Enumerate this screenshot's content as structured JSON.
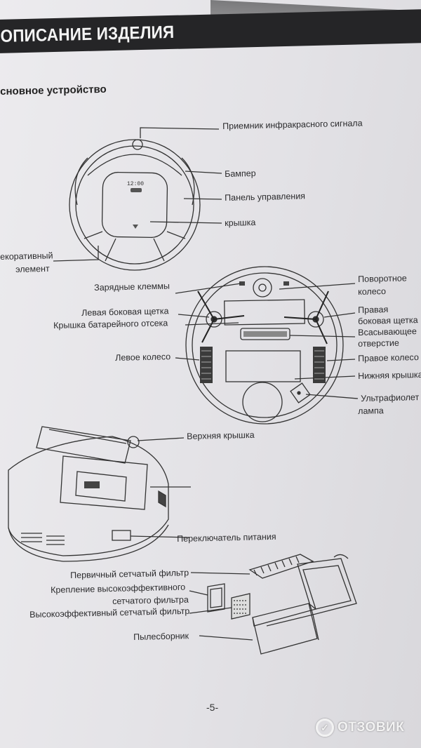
{
  "header": {
    "title": "ОПИСАНИЕ ИЗДЕЛИЯ"
  },
  "section": {
    "title": "сновное устройство"
  },
  "top_labels": {
    "ir_receiver": "Приемник инфракрасного сигнала",
    "bumper": "Бампер",
    "control_panel": "Панель управления",
    "cover": "крышка",
    "decorative_1": "екоративный",
    "decorative_2": "элемент",
    "display": "12:00"
  },
  "bottom_view_labels": {
    "charging_contacts": "Зарядные клеммы",
    "left_side_brush": "Левая боковая щетка",
    "battery_cover": "Крышка батарейного отсека",
    "left_wheel": "Левое колесо",
    "swivel_wheel_1": "Поворотное",
    "swivel_wheel_2": "колесо",
    "right_side_brush_1": "Правая",
    "right_side_brush_2": "боковая щетка",
    "suction_1": "Всасывающее",
    "suction_2": "отверстие",
    "right_wheel": "Правое колесо",
    "bottom_cover": "Нижняя крышка",
    "uv_lamp_1": "Ультрафиолет",
    "uv_lamp_2": "лампа"
  },
  "open_view_labels": {
    "top_lid": "Верхняя крышка",
    "power_switch": "Переключатель питания"
  },
  "dustbin_labels": {
    "primary_filter": "Первичный сетчатый фильтр",
    "hepa_mount_1": "Крепление высокоэффективного",
    "hepa_mount_2": "сетчатого фильтра",
    "hepa_filter": "Высокоэффективный сетчатый фильтр",
    "dust_bin": "Пылесборник"
  },
  "footer": {
    "page_number": "-5-"
  },
  "watermark": {
    "text": "ОТЗОВИК",
    "icon": "otzovik-logo-icon"
  },
  "colors": {
    "header_bg": "#252527",
    "header_text": "#f4f4f4",
    "ink": "#2a2a2c",
    "paper": "#e6e5e9"
  }
}
